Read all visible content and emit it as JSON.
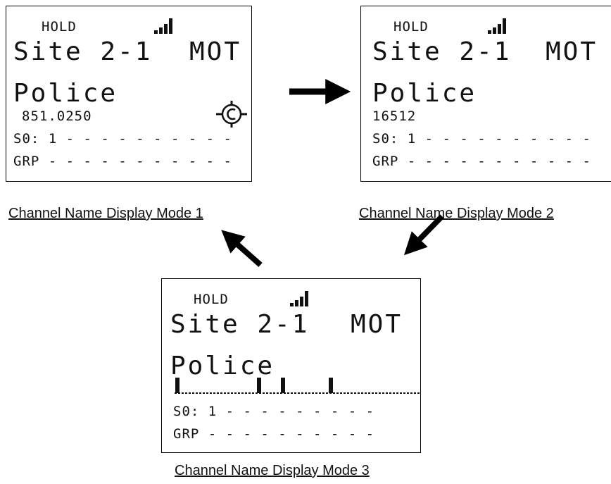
{
  "displays": [
    {
      "status": "HOLD",
      "site": "Site 2-1",
      "system_type": "MOT",
      "channel_name": "Police",
      "info_line": "851.0250",
      "slot_line": "S0: 1 - - - - - - - - - -",
      "group_line": "GRP - - - - - - - - - - -",
      "caption": "Channel Name Display Mode 1"
    },
    {
      "status": "HOLD",
      "site": "Site 2-1",
      "system_type": "MOT",
      "channel_name": "Police",
      "info_line": "16512",
      "slot_line": "S0: 1 - - - - - - - - - -",
      "group_line": "GRP - - - - - - - - - - -",
      "caption": "Channel Name Display Mode 2"
    },
    {
      "status": "HOLD",
      "site": "Site 2-1",
      "system_type": "MOT",
      "channel_name": "Police",
      "slot_line": "S0: 1 - - - - - - - - -",
      "group_line": "GRP - - - - - - - - - -",
      "caption": "Channel Name Display Mode 3"
    }
  ],
  "icons": {
    "signal": "signal-strength-icon",
    "control_channel": "control-channel-icon",
    "arrow": "arrow-icon"
  },
  "colors": {
    "lcd_text": "#111111",
    "border": "#000000",
    "background": "#ffffff"
  }
}
